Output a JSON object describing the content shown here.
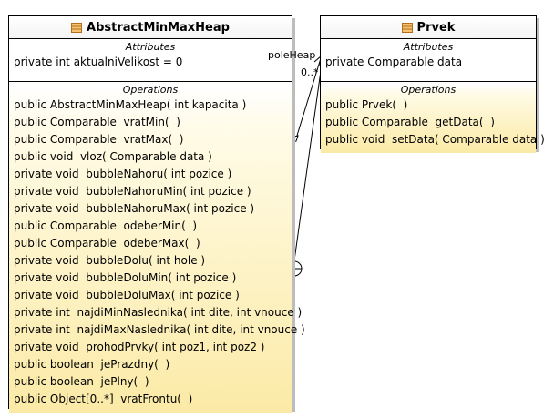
{
  "classes": {
    "heap": {
      "name": "AbstractMinMaxHeap",
      "attributes_title": "Attributes",
      "attributes": [
        "private int aktualniVelikost = 0"
      ],
      "operations_title": "Operations",
      "operations": [
        "public AbstractMinMaxHeap( int kapacita )",
        "public Comparable  vratMin(  )",
        "public Comparable  vratMax(  )",
        "public void  vloz( Comparable data )",
        "private void  bubbleNahoru( int pozice )",
        "private void  bubbleNahoruMin( int pozice )",
        "private void  bubbleNahoruMax( int pozice )",
        "public Comparable  odeberMin(  )",
        "public Comparable  odeberMax(  )",
        "private void  bubbleDolu( int hole )",
        "private void  bubbleDoluMin( int pozice )",
        "private void  bubbleDoluMax( int pozice )",
        "private int  najdiMinNaslednika( int dite, int vnouce )",
        "private int  najdiMaxNaslednika( int dite, int vnouce )",
        "private void  prohodPrvky( int poz1, int poz2 )",
        "public boolean  jePrazdny(  )",
        "public boolean  jePlny(  )",
        "public Object[0..*]  vratFrontu(  )"
      ]
    },
    "prvek": {
      "name": "Prvek",
      "attributes_title": "Attributes",
      "attributes": [
        "private Comparable data"
      ],
      "operations_title": "Operations",
      "operations": [
        "public Prvek(  )",
        "public Comparable  getData(  )",
        "public void  setData( Comparable data )"
      ]
    }
  },
  "association": {
    "role": "poleHeap",
    "multiplicity": "0..*"
  },
  "colors": {
    "operations_fill": "#fbeaa6",
    "class_icon": "#e8a13c",
    "shadow": "#bdbdbd"
  },
  "icons": [
    "class-icon",
    "aggregation-diamond",
    "nesting-circle-plus",
    "open-arrowhead"
  ]
}
